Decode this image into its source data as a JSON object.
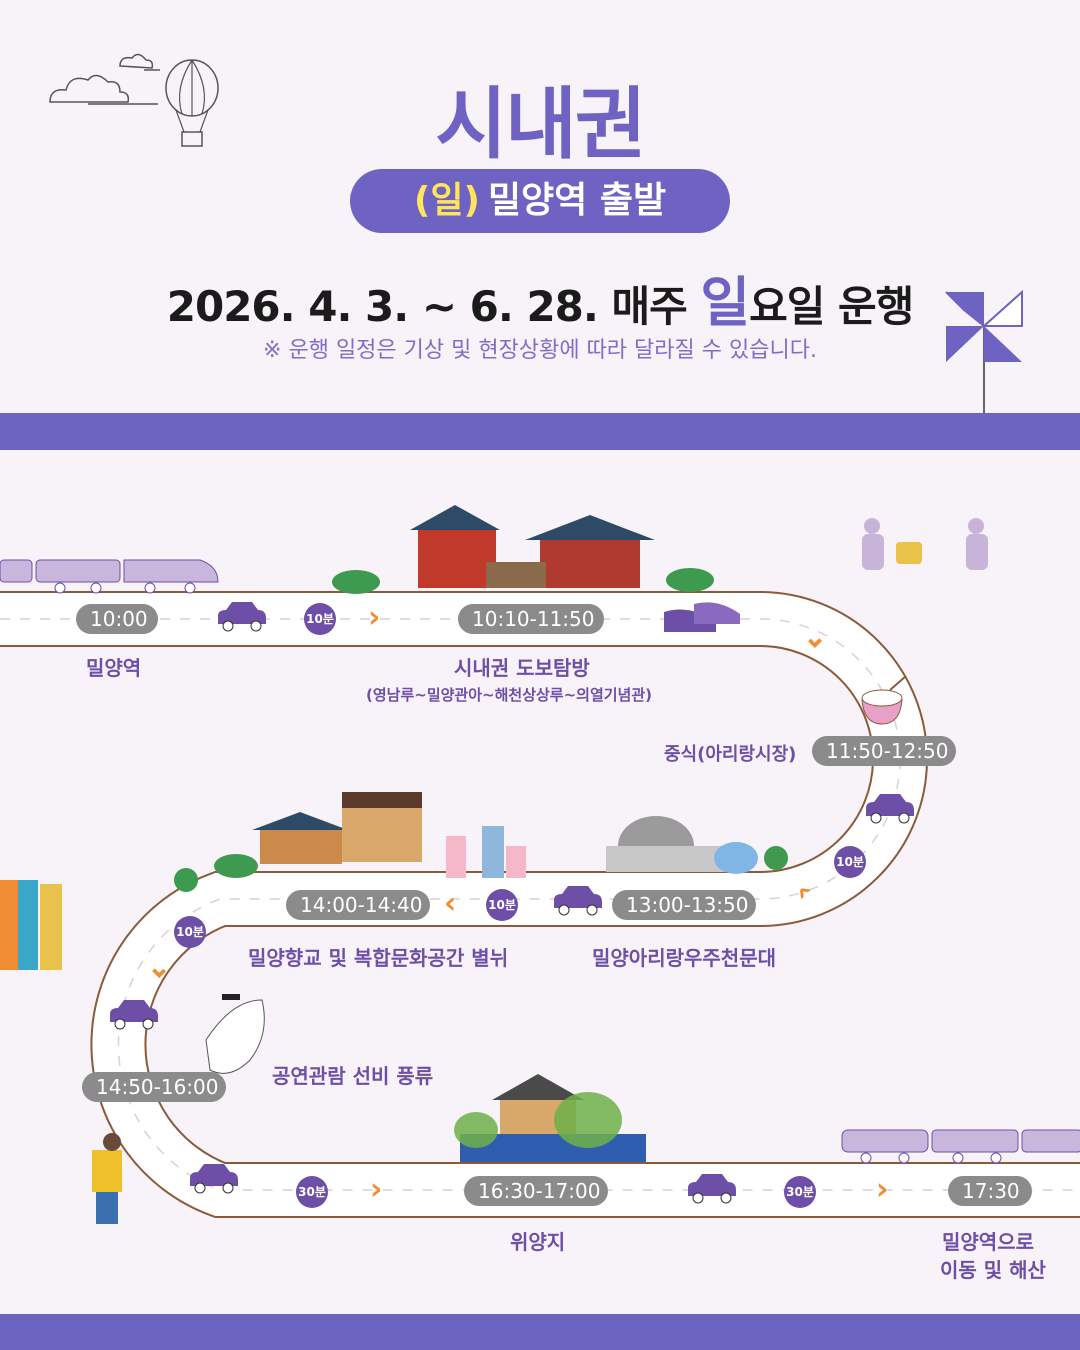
{
  "header": {
    "title": "시내권",
    "day_mark": "(일)",
    "departure": "밀양역 출발",
    "period": "2026. 4. 3. ~ 6. 28. 매주",
    "period_day": "일",
    "period_tail": "요일 운행",
    "note": "※ 운행 일정은 기상 및 현장상황에 따라 달라질 수 있습니다."
  },
  "colors": {
    "accent": "#6e63c3",
    "road_border": "#8a5a3a",
    "time_badge": "#8b8b8b",
    "min_badge": "#6e4fa7",
    "arrow": "#f08d35"
  },
  "schedule": [
    {
      "time": "10:00",
      "place": "밀양역"
    },
    {
      "time": "10:10-11:50",
      "place": "시내권 도보탐방",
      "detail": "(영남루~밀양관아~해천상상루~의열기념관)"
    },
    {
      "time": "11:50-12:50",
      "place": "중식(아리랑시장)"
    },
    {
      "time": "13:00-13:50",
      "place": "밀양아리랑우주천문대"
    },
    {
      "time": "14:00-14:40",
      "place": "밀양향교 및 복합문화공간 별뉘"
    },
    {
      "time": "14:50-16:00",
      "place": "공연관람 선비 풍류"
    },
    {
      "time": "16:30-17:00",
      "place": "위양지"
    },
    {
      "time": "17:30",
      "place": "밀양역으로",
      "place2": "이동 및 해산"
    }
  ],
  "travel": {
    "m10": "10분",
    "m30": "30분"
  },
  "icons": [
    "cloud-icon",
    "hot-air-balloon-icon",
    "pinwheel-icon",
    "train-icon",
    "car-icon",
    "rice-bowl-icon",
    "sneakers-icon"
  ]
}
